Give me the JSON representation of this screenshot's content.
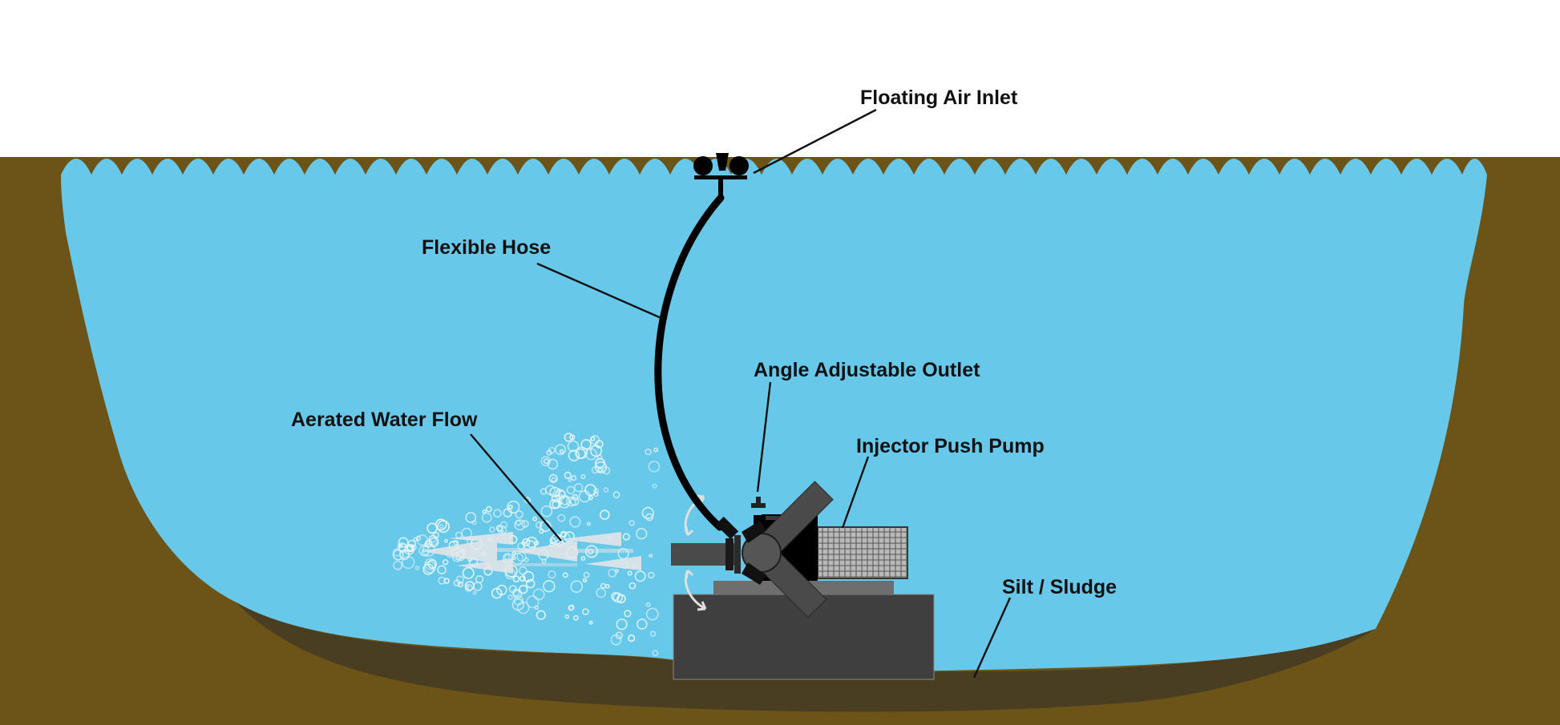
{
  "labels": {
    "floating_air_inlet": "Floating Air Inlet",
    "flexible_hose": "Flexible Hose",
    "angle_adjustable_outlet": "Angle Adjustable Outlet",
    "aerated_water_flow": "Aerated Water Flow",
    "injector_push_pump": "Injector Push Pump",
    "silt_sludge": "Silt / Sludge"
  },
  "colors": {
    "water": "#68c8ea",
    "soil": "#6c5418",
    "sludge": "#4a3e22",
    "pump_dark": "#000000",
    "base_block": "#3f3f3f",
    "outlet_gray": "#4a4a4a",
    "bubbles": "#e6f6fc",
    "label_text": "#111111"
  }
}
